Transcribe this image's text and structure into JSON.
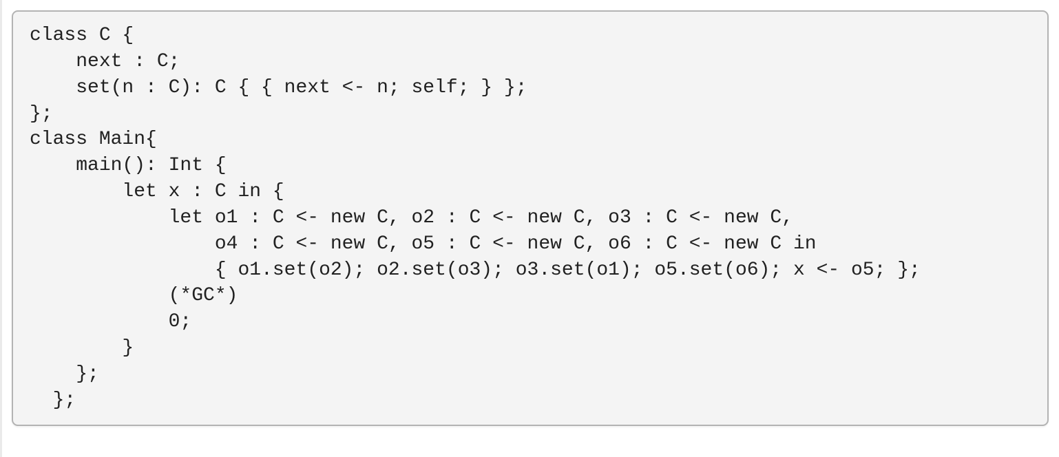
{
  "code_block": {
    "lines": [
      "class C {",
      "    next : C;",
      "    set(n : C): C { { next <- n; self; } };",
      "};",
      "class Main{",
      "    main(): Int {",
      "        let x : C in {",
      "            let o1 : C <- new C, o2 : C <- new C, o3 : C <- new C,",
      "                o4 : C <- new C, o5 : C <- new C, o6 : C <- new C in",
      "                { o1.set(o2); o2.set(o3); o3.set(o1); o5.set(o6); x <- o5; };",
      "            (*GC*)",
      "            0;",
      "        }",
      "    };",
      "  };"
    ]
  },
  "colors": {
    "page_background": "#ffffff",
    "box_background": "#f4f4f4",
    "box_border": "#b3b3b3",
    "text": "#212121",
    "left_edge_strip": "#eaeaea"
  }
}
